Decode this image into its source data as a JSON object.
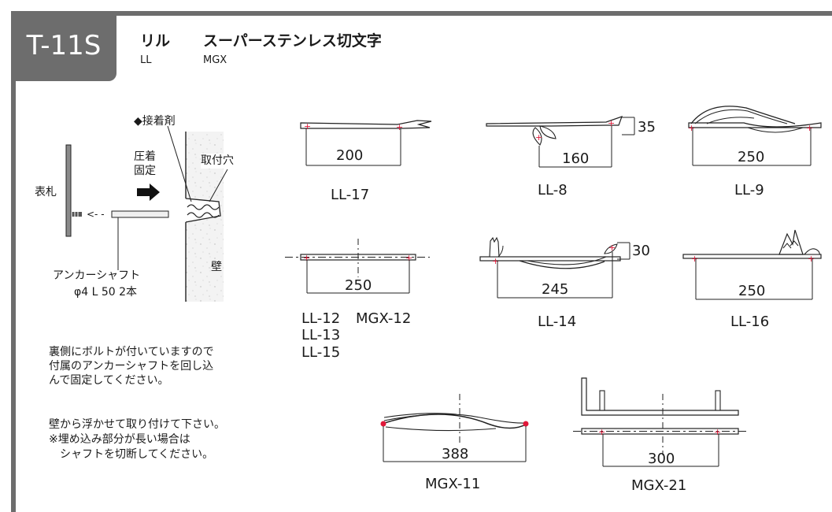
{
  "header": {
    "code": "T-11S",
    "series": [
      {
        "jp": "リル",
        "en": "LL"
      },
      {
        "jp": "スーパーステンレス切文字",
        "en": "MGX"
      }
    ]
  },
  "installation": {
    "adhesive": "◆接着剤",
    "press": "圧着",
    "fix": "固定",
    "hole": "取付穴",
    "plate": "表札",
    "wall": "壁",
    "arrow_dashes": "<- -",
    "shaft_name": "アンカーシャフト",
    "shaft_spec": "φ4 L 50 2本"
  },
  "notes": {
    "p1": [
      "裏側にボルトが付いていますので",
      "付属のアンカーシャフトを回し込",
      "んで固定してください。"
    ],
    "p2": [
      "壁から浮かせて取り付けて下さい。",
      "※埋め込み部分が長い場合は",
      "　シャフトを切断してください。"
    ]
  },
  "parts": {
    "ll17": {
      "model": "LL-17",
      "width": "200"
    },
    "ll8": {
      "model": "LL-8",
      "width": "160",
      "height": "35"
    },
    "ll9": {
      "model": "LL-9",
      "width": "250"
    },
    "ll12": {
      "models": [
        "LL-12",
        "MGX-12",
        "LL-13",
        "LL-15"
      ],
      "width": "250"
    },
    "ll14": {
      "model": "LL-14",
      "width": "245",
      "height": "30"
    },
    "ll16": {
      "model": "LL-16",
      "width": "250"
    },
    "mgx11": {
      "model": "MGX-11",
      "width": "388"
    },
    "mgx21": {
      "model": "MGX-21",
      "width": "300"
    }
  },
  "colors": {
    "frame": "#6d6d6d",
    "mark": "#e0193a",
    "line": "#222222"
  }
}
